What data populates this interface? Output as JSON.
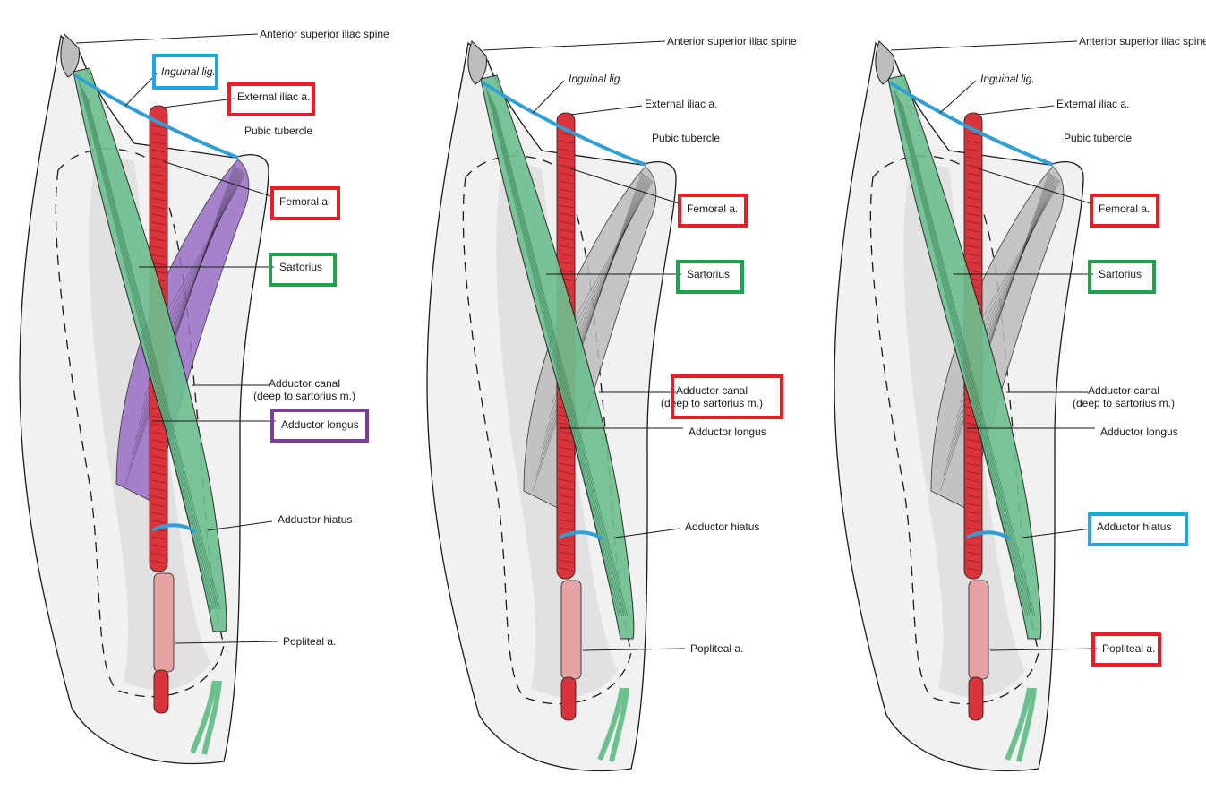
{
  "colors": {
    "limb_fill": "#f1f1f1",
    "outline": "#1a1a1a",
    "sartorius": "#6cc08e",
    "artery": "#d9343b",
    "popliteal_artery": "#e7a3a3",
    "ligament": "#2f9fd6",
    "adductor_longus_highlight": "#9b6fc6",
    "adductor_longus_plain": "#bdbdbd",
    "bone": "#d3d3d3",
    "box_red": "#ee1c24",
    "box_green": "#15a64a",
    "box_blue": "#1aa8e8",
    "box_purple": "#7b3f98"
  },
  "panels": [
    {
      "id": "panel-1",
      "adductor_color_key": "adductor_longus_highlight",
      "labels": {
        "asis": "Anterior superior iliac spine",
        "inguinal": "Inguinal lig.",
        "external_iliac": "External iliac a.",
        "pubic": "Pubic tubercle",
        "femoral": "Femoral a.",
        "sartorius": "Sartorius",
        "canal_1": "Adductor canal",
        "canal_2": "(deep to sartorius m.)",
        "longus": "Adductor longus",
        "hiatus": "Adductor hiatus",
        "popliteal": "Popliteal a."
      },
      "boxes": {
        "inguinal": "box_blue",
        "external_iliac": "box_red",
        "femoral": "box_red",
        "sartorius": "box_green",
        "longus": "box_purple"
      }
    },
    {
      "id": "panel-2",
      "adductor_color_key": "adductor_longus_plain",
      "labels": {
        "asis": "Anterior superior iliac spine",
        "inguinal": "Inguinal lig.",
        "external_iliac": "External iliac a.",
        "pubic": "Pubic tubercle",
        "femoral": "Femoral a.",
        "sartorius": "Sartorius",
        "canal_1": "Adductor canal",
        "canal_2": "(deep to sartorius m.)",
        "longus": "Adductor longus",
        "hiatus": "Adductor hiatus",
        "popliteal": "Popliteal a."
      },
      "boxes": {
        "femoral": "box_red",
        "sartorius": "box_green",
        "canal": "box_red"
      }
    },
    {
      "id": "panel-3",
      "adductor_color_key": "adductor_longus_plain",
      "labels": {
        "asis": "Anterior superior iliac spine",
        "inguinal": "Inguinal lig.",
        "external_iliac": "External iliac a.",
        "pubic": "Pubic tubercle",
        "femoral": "Femoral a.",
        "sartorius": "Sartorius",
        "canal_1": "Adductor canal",
        "canal_2": "(deep to sartorius m.)",
        "longus": "Adductor longus",
        "hiatus": "Adductor hiatus",
        "popliteal": "Popliteal a."
      },
      "boxes": {
        "femoral": "box_red",
        "sartorius": "box_green",
        "hiatus": "box_blue",
        "popliteal": "box_red"
      }
    }
  ]
}
